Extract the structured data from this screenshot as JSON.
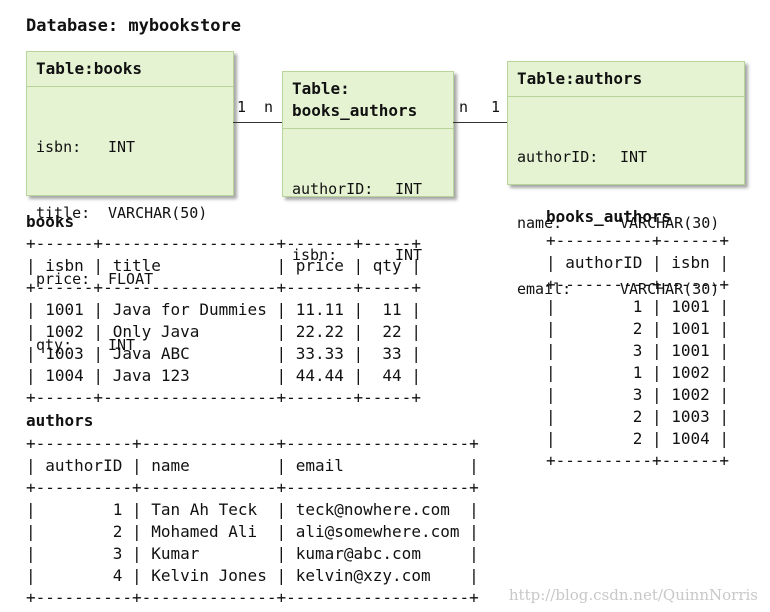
{
  "title": "Database: mybookstore",
  "entities": {
    "books": {
      "header": "Table:books",
      "fields": [
        {
          "name": "isbn:",
          "type": "INT"
        },
        {
          "name": "title:",
          "type": "VARCHAR(50)"
        },
        {
          "name": "price:",
          "type": "FLOAT"
        },
        {
          "name": "qty:",
          "type": "INT"
        }
      ]
    },
    "books_authors": {
      "header_line1": "Table:",
      "header_line2": "books_authors",
      "fields": [
        {
          "name": "authorID:",
          "type": "INT"
        },
        {
          "name": "isbn:",
          "type": "INT"
        }
      ]
    },
    "authors": {
      "header": "Table:authors",
      "fields": [
        {
          "name": "authorID:",
          "type": "INT"
        },
        {
          "name": "name:",
          "type": "VARCHAR(30)"
        },
        {
          "name": "email:",
          "type": "VARCHAR(30)"
        }
      ]
    }
  },
  "relations": [
    {
      "left_card": "1",
      "right_card": "n"
    },
    {
      "left_card": "n",
      "right_card": "1"
    }
  ],
  "sections": {
    "books": {
      "title": "books",
      "columns": [
        "isbn",
        "title",
        "price",
        "qty"
      ],
      "rows": [
        [
          "1001",
          "Java for Dummies",
          "11.11",
          "11"
        ],
        [
          "1002",
          "Only Java",
          "22.22",
          "22"
        ],
        [
          "1003",
          "Java ABC",
          "33.33",
          "33"
        ],
        [
          "1004",
          "Java 123",
          "44.44",
          "44"
        ]
      ]
    },
    "authors": {
      "title": "authors",
      "columns": [
        "authorID",
        "name",
        "email"
      ],
      "rows": [
        [
          "1",
          "Tan Ah Teck",
          "teck@nowhere.com"
        ],
        [
          "2",
          "Mohamed Ali",
          "ali@somewhere.com"
        ],
        [
          "3",
          "Kumar",
          "kumar@abc.com"
        ],
        [
          "4",
          "Kelvin Jones",
          "kelvin@xzy.com"
        ]
      ]
    },
    "books_authors": {
      "title": "books_authors",
      "columns": [
        "authorID",
        "isbn"
      ],
      "rows": [
        [
          "1",
          "1001"
        ],
        [
          "2",
          "1001"
        ],
        [
          "3",
          "1001"
        ],
        [
          "1",
          "1002"
        ],
        [
          "3",
          "1002"
        ],
        [
          "2",
          "1003"
        ],
        [
          "2",
          "1004"
        ]
      ]
    }
  },
  "watermark": "http://blog.csdn.net/QuinnNorris"
}
